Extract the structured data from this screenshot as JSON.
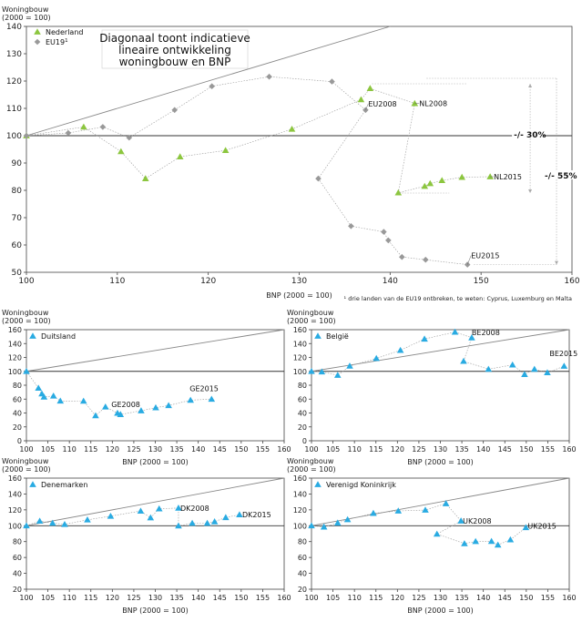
{
  "chart_data": [
    {
      "type": "line",
      "ylabel_line1": "Woningbouw",
      "ylabel_line2": "(2000 = 100)",
      "xlabel": "BNP (2000 = 100)",
      "xlim": [
        100,
        160
      ],
      "ylim": [
        50,
        140
      ],
      "xticks": [
        100,
        110,
        120,
        130,
        140,
        150,
        160
      ],
      "yticks": [
        50,
        60,
        70,
        80,
        90,
        100,
        110,
        120,
        130,
        140
      ],
      "xtick_labels": [
        "100",
        "110",
        "120",
        "130",
        "140",
        "150",
        "160"
      ],
      "ytick_labels": [
        "50",
        "60",
        "70",
        "80",
        "90",
        "100",
        "110",
        "120",
        "130",
        "140"
      ],
      "annotation_box": [
        "Diagonaal toont indicatieve",
        "lineaire ontwikkeling",
        "woningbouw en BNP"
      ],
      "footnote": "¹ drie landen van de EU19 ontbreken, te weten: Cyprus, Luxemburg en Malta",
      "range_labels": [
        "-/- 30%",
        "-/- 55%"
      ],
      "series": [
        {
          "name": "Nederland",
          "color": "#8cc63f",
          "marker": "triangle",
          "points": [
            [
              100,
              100
            ],
            [
              106.3,
              103.2
            ],
            [
              110.4,
              94.2
            ],
            [
              113.1,
              84.3
            ],
            [
              116.9,
              92.3
            ],
            [
              121.9,
              94.6
            ],
            [
              129.2,
              102.4
            ],
            [
              136.8,
              113.2
            ],
            [
              137.8,
              117.3
            ],
            [
              142.7,
              111.8
            ],
            [
              140.9,
              79.1
            ],
            [
              143.8,
              81.5
            ],
            [
              144.4,
              82.5
            ],
            [
              145.7,
              83.6
            ],
            [
              147.9,
              84.8
            ],
            [
              151,
              85
            ]
          ]
        },
        {
          "name": "EU19",
          "name_sup": "1",
          "color": "#999999",
          "marker": "diamond",
          "points": [
            [
              100,
              100
            ],
            [
              104.6,
              101
            ],
            [
              108.4,
              103.2
            ],
            [
              111.3,
              99.3
            ],
            [
              116.3,
              109.4
            ],
            [
              120.4,
              118.1
            ],
            [
              126.7,
              121.6
            ],
            [
              133.6,
              119.8
            ],
            [
              137.3,
              109.4
            ],
            [
              132.1,
              84.3
            ],
            [
              135.7,
              66.9
            ],
            [
              139.3,
              64.8
            ],
            [
              139.8,
              61.7
            ],
            [
              141.3,
              55.6
            ],
            [
              143.9,
              54.6
            ],
            [
              148.5,
              52.8
            ]
          ]
        }
      ],
      "labels": [
        {
          "text": "NL2008",
          "x": 142.7,
          "y": 111.8
        },
        {
          "text": "EU2008",
          "x": 137.3,
          "y": 109.4
        },
        {
          "text": "NL2015",
          "x": 151,
          "y": 85
        },
        {
          "text": "EU2015",
          "x": 148.5,
          "y": 52.8
        }
      ]
    },
    {
      "type": "line",
      "ylabel_line1": "Woningbouw",
      "ylabel_line2": "(2000 = 100)",
      "xlabel": "BNP (2000 = 100)",
      "xlim": [
        100,
        160
      ],
      "ylim": [
        0,
        160
      ],
      "xticks": [
        100,
        105,
        110,
        115,
        120,
        125,
        130,
        135,
        140,
        145,
        150,
        155,
        160
      ],
      "yticks": [
        0,
        20,
        40,
        60,
        80,
        100,
        120,
        140,
        160
      ],
      "xtick_labels": [
        "100",
        "105",
        "110",
        "115",
        "120",
        "125",
        "130",
        "135",
        "140",
        "145",
        "150",
        "155",
        "160"
      ],
      "ytick_labels": [
        "0",
        "20",
        "40",
        "60",
        "80",
        "100",
        "120",
        "140",
        "160"
      ],
      "series": [
        {
          "name": "Duitsland",
          "color": "#29abe2",
          "marker": "triangle",
          "points": [
            [
              100,
              100
            ],
            [
              102.8,
              75.9
            ],
            [
              103.6,
              67.7
            ],
            [
              104.1,
              63.1
            ],
            [
              106.3,
              64.6
            ],
            [
              107.9,
              57.3
            ],
            [
              113.3,
              57.2
            ],
            [
              116.1,
              36.2
            ],
            [
              118.4,
              48.8
            ],
            [
              121.2,
              39.8
            ],
            [
              121.9,
              37.9
            ],
            [
              126.7,
              43.3
            ],
            [
              130.1,
              47.6
            ],
            [
              133.1,
              50.8
            ],
            [
              138.2,
              58.5
            ],
            [
              143.1,
              60
            ]
          ]
        }
      ],
      "labels": [
        {
          "text": "GE2008",
          "x": 121.9,
          "y": 37.9
        },
        {
          "text": "GE2015",
          "x": 143.1,
          "y": 60
        }
      ]
    },
    {
      "type": "line",
      "ylabel_line1": "Woningbouw",
      "ylabel_line2": "(2000 = 100)",
      "xlabel": "BNP (2000 = 100)",
      "xlim": [
        100,
        160
      ],
      "ylim": [
        0,
        160
      ],
      "xticks": [
        100,
        105,
        110,
        115,
        120,
        125,
        130,
        135,
        140,
        145,
        150,
        155,
        160
      ],
      "yticks": [
        0,
        20,
        40,
        60,
        80,
        100,
        120,
        140,
        160
      ],
      "xtick_labels": [
        "100",
        "105",
        "110",
        "115",
        "120",
        "125",
        "130",
        "135",
        "140",
        "145",
        "150",
        "155",
        "160"
      ],
      "ytick_labels": [
        "0",
        "20",
        "40",
        "60",
        "80",
        "100",
        "120",
        "140",
        "160"
      ],
      "series": [
        {
          "name": "België",
          "color": "#29abe2",
          "marker": "triangle",
          "points": [
            [
              100,
              100
            ],
            [
              102.4,
              99.3
            ],
            [
              106.1,
              94.4
            ],
            [
              108.9,
              107.6
            ],
            [
              115.1,
              118.6
            ],
            [
              120.7,
              130.3
            ],
            [
              126.3,
              146.6
            ],
            [
              133.4,
              156.6
            ],
            [
              137.3,
              148.4
            ],
            [
              135.4,
              114.6
            ],
            [
              141.2,
              103.1
            ],
            [
              146.8,
              109.3
            ],
            [
              149.6,
              95.6
            ],
            [
              151.9,
              103.1
            ],
            [
              154.9,
              98.1
            ],
            [
              158.8,
              107.5
            ]
          ]
        }
      ],
      "labels": [
        {
          "text": "BE2008",
          "x": 137.3,
          "y": 148.4
        },
        {
          "text": "BE2015",
          "x": 158.8,
          "y": 107.5
        }
      ]
    },
    {
      "type": "line",
      "ylabel_line1": "Woningbouw",
      "ylabel_line2": "(2000 = 100)",
      "xlabel": "BNP (2000 = 100)",
      "xlim": [
        100,
        160
      ],
      "ylim": [
        20,
        160
      ],
      "xticks": [
        100,
        105,
        110,
        115,
        120,
        125,
        130,
        135,
        140,
        145,
        150,
        155,
        160
      ],
      "yticks": [
        20,
        40,
        60,
        80,
        100,
        120,
        140,
        160
      ],
      "xtick_labels": [
        "100",
        "105",
        "110",
        "115",
        "120",
        "125",
        "130",
        "135",
        "140",
        "145",
        "150",
        "155",
        "160"
      ],
      "ytick_labels": [
        "20",
        "40",
        "60",
        "80",
        "100",
        "120",
        "140",
        "160"
      ],
      "series": [
        {
          "name": "Denemarken",
          "color": "#29abe2",
          "marker": "triangle",
          "points": [
            [
              100,
              100
            ],
            [
              103.1,
              105.9
            ],
            [
              106.1,
              103.3
            ],
            [
              108.9,
              101.7
            ],
            [
              114.2,
              107.4
            ],
            [
              119.6,
              112.1
            ],
            [
              126.6,
              118.5
            ],
            [
              128.9,
              110
            ],
            [
              130.9,
              121.4
            ],
            [
              135.4,
              122.3
            ],
            [
              135.4,
              99.8
            ],
            [
              138.6,
              103.2
            ],
            [
              142.1,
              103.2
            ],
            [
              143.8,
              105.1
            ],
            [
              146.4,
              110.4
            ],
            [
              149.6,
              113.9
            ]
          ]
        }
      ],
      "labels": [
        {
          "text": "DK2008",
          "x": 135.4,
          "y": 122.3
        },
        {
          "text": "DK2015",
          "x": 149.6,
          "y": 113.9
        }
      ]
    },
    {
      "type": "line",
      "ylabel_line1": "Woningbouw",
      "ylabel_line2": "(2000 = 100)",
      "xlabel": "BNP (2000 = 100)",
      "xlim": [
        100,
        160
      ],
      "ylim": [
        20,
        160
      ],
      "xticks": [
        100,
        105,
        110,
        115,
        120,
        125,
        130,
        135,
        140,
        145,
        150,
        155,
        160
      ],
      "yticks": [
        20,
        40,
        60,
        80,
        100,
        120,
        140,
        160
      ],
      "xtick_labels": [
        "100",
        "105",
        "110",
        "115",
        "120",
        "125",
        "130",
        "135",
        "140",
        "145",
        "150",
        "155",
        "160"
      ],
      "ytick_labels": [
        "20",
        "40",
        "60",
        "80",
        "100",
        "120",
        "140",
        "160"
      ],
      "series": [
        {
          "name": "Verenigd Koninkrijk",
          "color": "#29abe2",
          "marker": "triangle",
          "points": [
            [
              100,
              100
            ],
            [
              102.9,
              98.5
            ],
            [
              106.1,
              103.5
            ],
            [
              108.4,
              107.7
            ],
            [
              114.4,
              115.7
            ],
            [
              120.2,
              118.6
            ],
            [
              126.5,
              119.8
            ],
            [
              131.3,
              127.9
            ],
            [
              134.8,
              106.1
            ],
            [
              129.2,
              89.5
            ],
            [
              135.6,
              77.5
            ],
            [
              138.2,
              80.2
            ],
            [
              141.9,
              80.4
            ],
            [
              143.4,
              75.8
            ],
            [
              146.3,
              82.4
            ],
            [
              149.9,
              97.7
            ]
          ]
        }
      ],
      "labels": [
        {
          "text": "UK2008",
          "x": 134.8,
          "y": 106.1
        },
        {
          "text": "UK2015",
          "x": 149.9,
          "y": 97.7
        }
      ]
    }
  ]
}
